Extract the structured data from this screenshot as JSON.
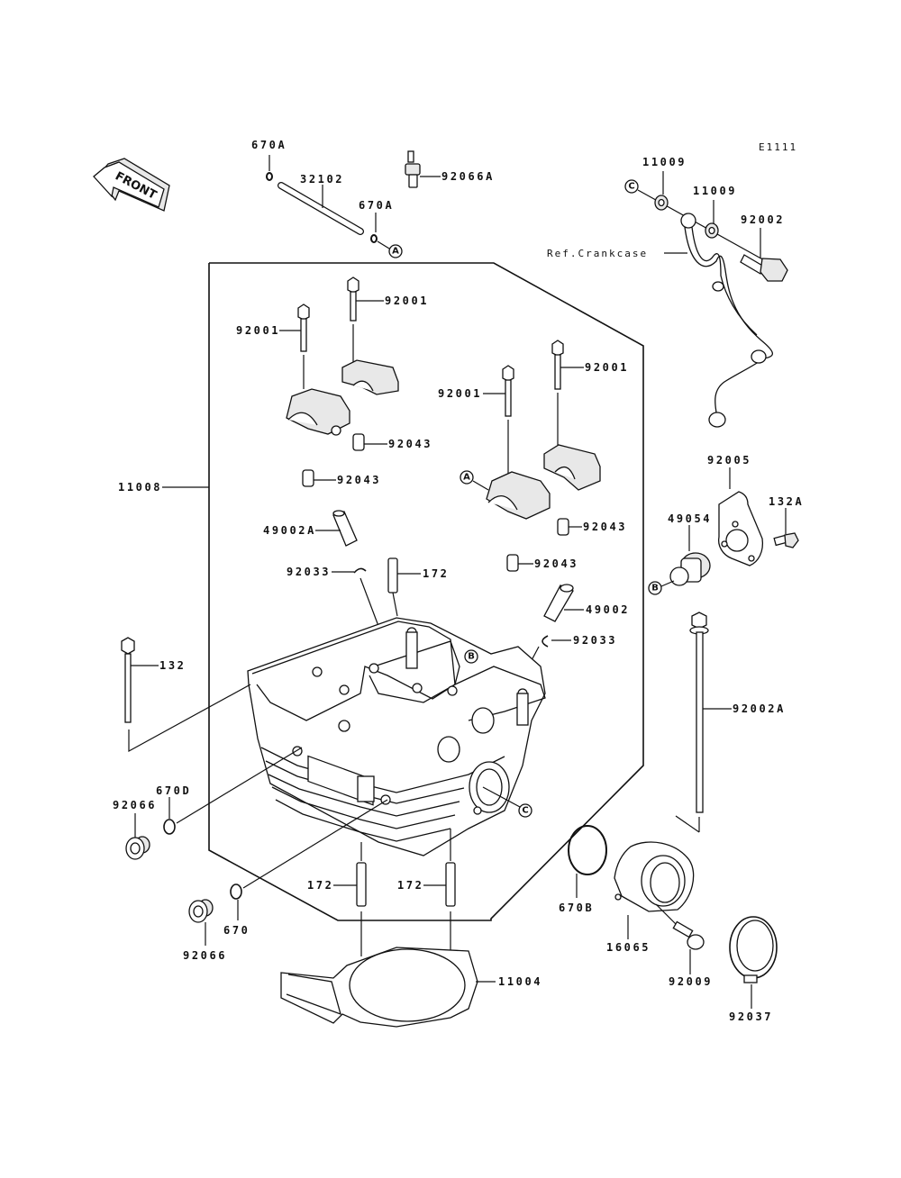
{
  "diagram": {
    "code": "E1111",
    "front_label": "FRONT",
    "ref_note": "Ref.Crankcase",
    "parts": {
      "o_ring_670A_top": "670A",
      "o_ring_670A_right": "670A",
      "pipe_32102": "32102",
      "sensor_92066A": "92066A",
      "washer_11009_a": "11009",
      "washer_11009_b": "11009",
      "bolt_92002": "92002",
      "bolt_92001_a": "92001",
      "bolt_92001_b": "92001",
      "bolt_92001_c": "92001",
      "bolt_92001_d": "92001",
      "dowel_92043_a": "92043",
      "dowel_92043_b": "92043",
      "dowel_92043_c": "92043",
      "dowel_92043_d": "92043",
      "head_11008": "11008",
      "pin_49002A": "49002A",
      "clip_92033_left": "92033",
      "stud_172_top": "172",
      "pin_49002": "49002",
      "clip_92033_right": "92033",
      "housing_92005": "92005",
      "bolt_132A": "132A",
      "cap_49054": "49054",
      "bolt_132": "132",
      "bolt_92002A": "92002A",
      "o_ring_670D": "670D",
      "plug_92066_upper": "92066",
      "stud_172_left": "172",
      "stud_172_right": "172",
      "o_ring_670_lower": "670",
      "plug_92066_lower": "92066",
      "o_ring_670B": "670B",
      "holder_16065": "16065",
      "gasket_11004": "11004",
      "screw_92009": "92009",
      "clamp_92037": "92037"
    },
    "references": {
      "ref_A_top": "A",
      "ref_A_cap": "A",
      "ref_B_head": "B",
      "ref_B_cap": "B",
      "ref_C_head": "C",
      "ref_C_top": "C"
    }
  }
}
